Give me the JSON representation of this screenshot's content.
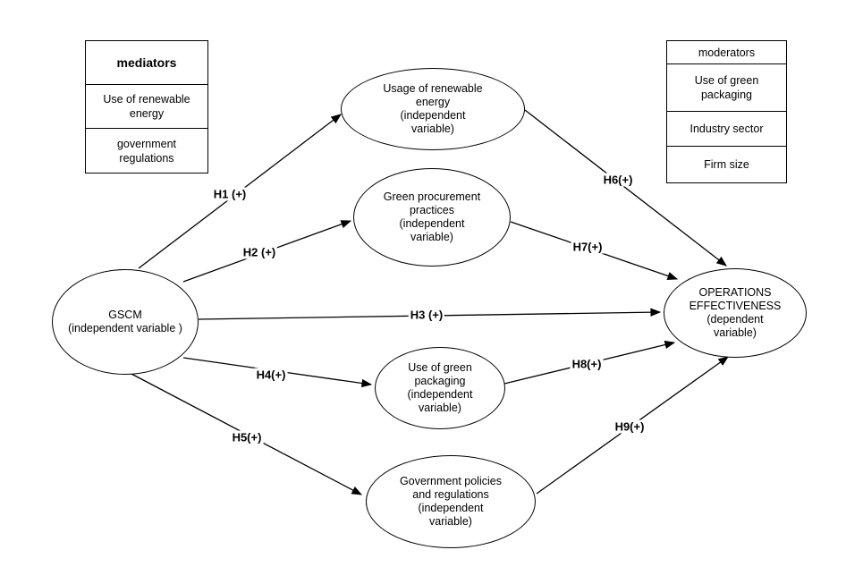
{
  "diagram": {
    "background_color": "#ffffff",
    "line_color": "#000000",
    "mediators_box": {
      "title": "mediators",
      "items": [
        "Use of renewable\nenergy",
        "government\nregulations"
      ]
    },
    "moderators_box": {
      "title": "moderators",
      "items": [
        "Use of green\npackaging",
        "Industry sector",
        "Firm size"
      ]
    },
    "nodes": {
      "gscm": {
        "label": "GSCM\n(independent variable )"
      },
      "usage_renewable": {
        "label": "Usage of renewable\nenergy\n(independent\nvariable)"
      },
      "green_procurement": {
        "label": "Green procurement\npractices\n(independent\nvariable)"
      },
      "green_packaging": {
        "label": "Use of green\npackaging\n(independent\nvariable)"
      },
      "gov_policies": {
        "label": "Government policies\nand regulations\n(independent\nvariable)"
      },
      "operations": {
        "label": "OPERATIONS\nEFFECTIVENESS\n(dependent\nvariable)"
      }
    },
    "hypotheses": {
      "h1": "H1 (+)",
      "h2": "H2 (+)",
      "h3": "H3 (+)",
      "h4": "H4(+)",
      "h5": "H5(+)",
      "h6": "H6(+)",
      "h7": "H7(+)",
      "h8": "H8(+)",
      "h9": "H9(+)"
    }
  }
}
